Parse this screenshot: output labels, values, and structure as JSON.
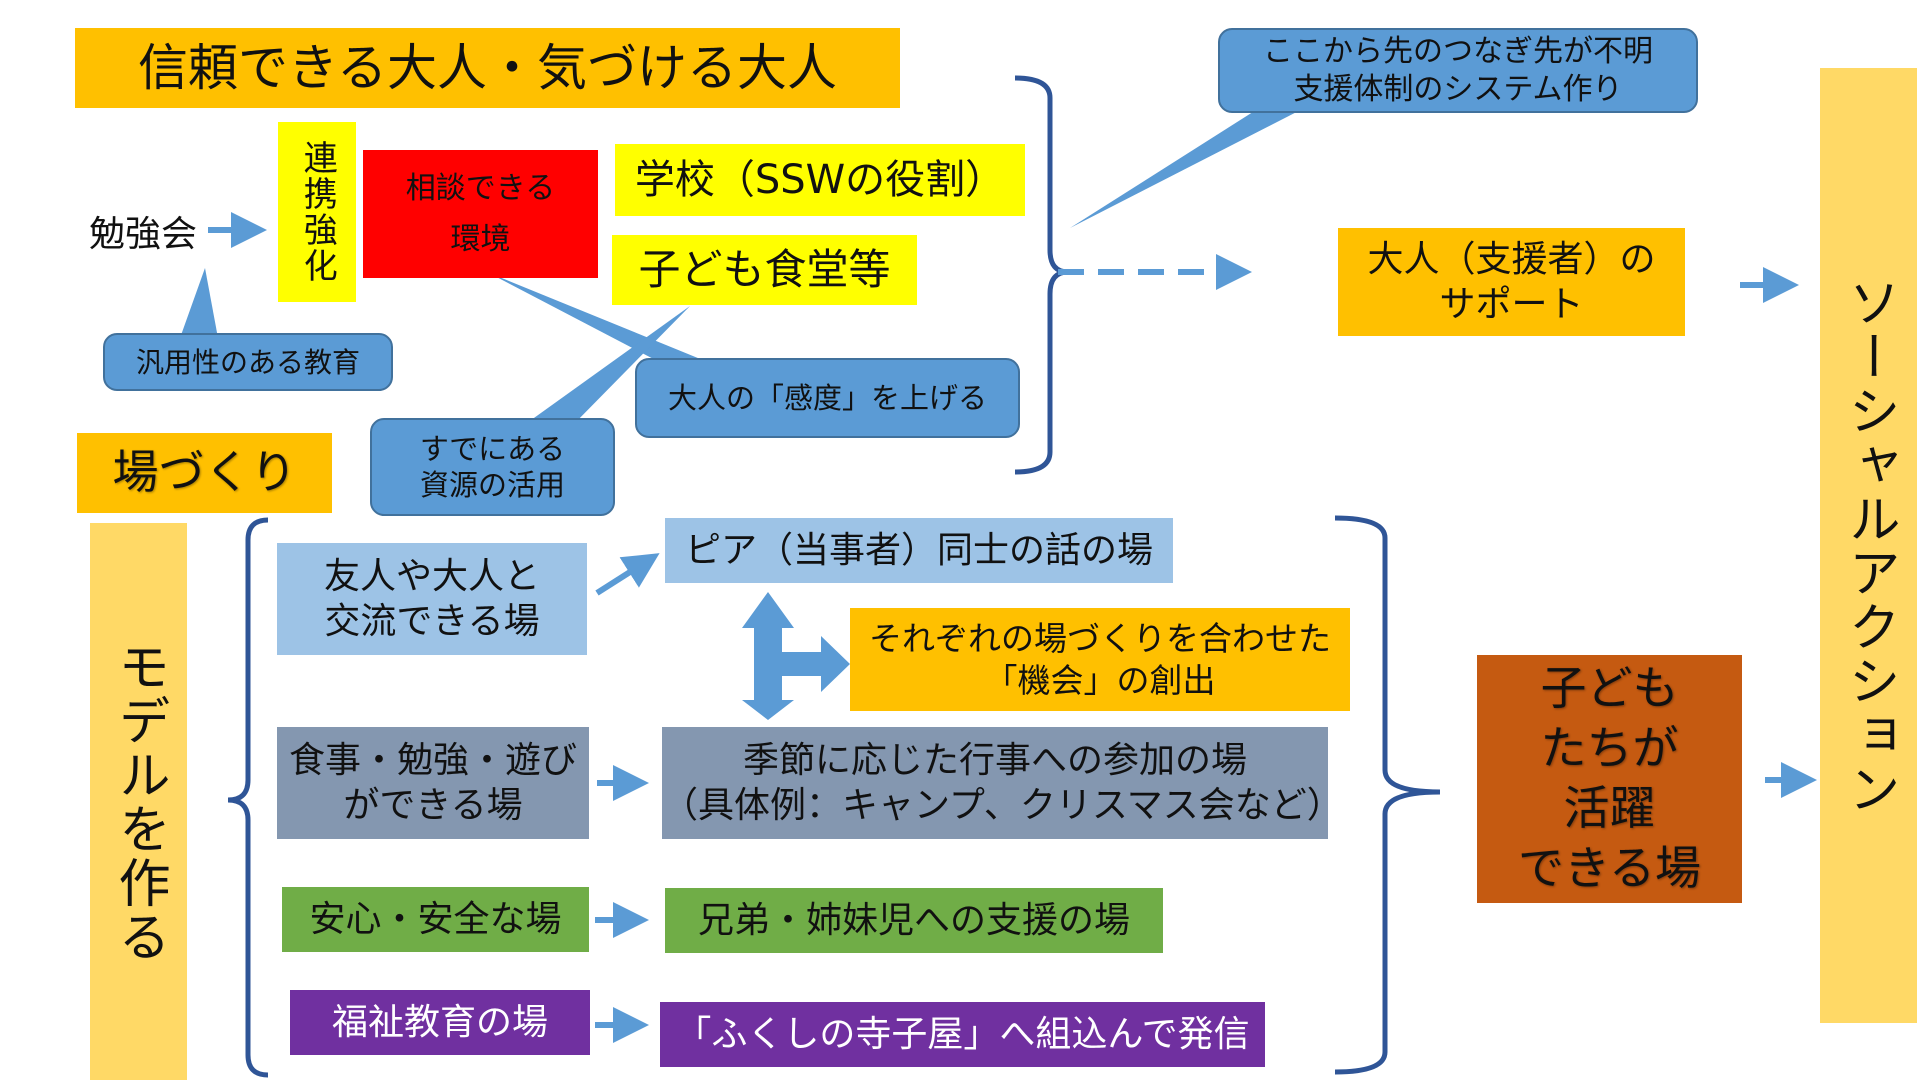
{
  "colors": {
    "orange": "#FFC000",
    "yellow": "#FFFF00",
    "red": "#FF0000",
    "blue_callout": "#5B9BD5",
    "light_blue": "#9DC3E6",
    "gray_blue": "#8497B0",
    "green": "#70AD47",
    "purple": "#7030A0",
    "brown": "#C55A11",
    "light_orange": "#FFD966",
    "arrow": "#5B9BD5"
  },
  "top": {
    "title": "信頼できる大人・気づける大人",
    "study_group": "勉強会",
    "collab": "連携強化",
    "consult_line1": "相談できる",
    "consult_line2": "環境",
    "school": "学校（SSWの役割）",
    "kids_cafe": "子ども食堂等",
    "callout_general": "汎用性のある教育",
    "callout_sensitivity": "大人の「感度」を上げる",
    "callout_resources_line1": "すでにある",
    "callout_resources_line2": "資源の活用",
    "callout_system_line1": "ここから先のつなぎ先が不明",
    "callout_system_line2": "支援体制のシステム作り",
    "support_line1": "大人（支援者）の",
    "support_line2": "サポート"
  },
  "bottom": {
    "place_making": "場づくり",
    "model": "モデルを作る",
    "left_items": [
      {
        "line1": "友人や大人と",
        "line2": "交流できる場"
      },
      {
        "line1": "食事・勉強・遊び",
        "line2": "ができる場"
      },
      {
        "line1": "安心・安全な場",
        "line2": ""
      },
      {
        "line1": "福祉教育の場",
        "line2": ""
      }
    ],
    "right_items": [
      {
        "line1": "ピア（当事者）同士の話の場",
        "line2": ""
      },
      {
        "line1": "季節に応じた行事への参加の場",
        "line2": "（具体例：キャンプ、クリスマス会など）"
      },
      {
        "line1": "兄弟・姉妹児への支援の場",
        "line2": ""
      },
      {
        "line1": "「ふくしの寺子屋」へ組込んで発信",
        "line2": ""
      }
    ],
    "opportunity_line1": "それぞれの場づくりを合わせた",
    "opportunity_line2": "「機会」の創出",
    "kids_active_line1": "子ども",
    "kids_active_line2": "たちが",
    "kids_active_line3": "活躍",
    "kids_active_line4": "できる場"
  },
  "social_action": "ソーシャルアクション"
}
